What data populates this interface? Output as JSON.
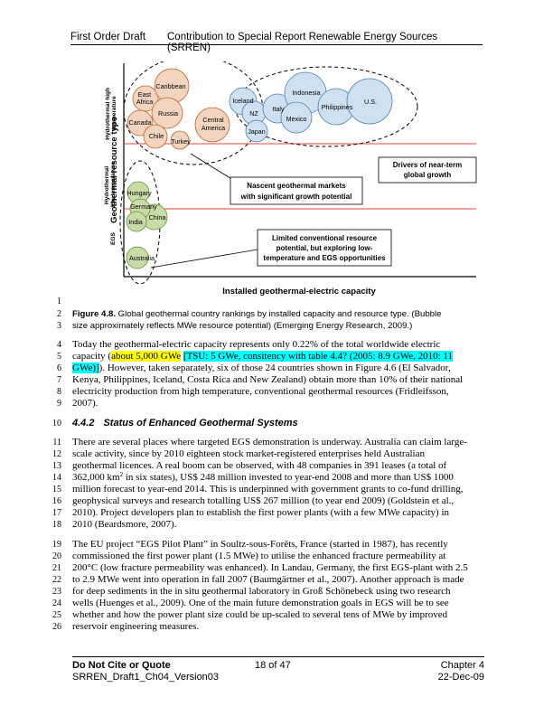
{
  "header": {
    "left": "First Order Draft",
    "right": "Contribution to Special Report Renewable Energy Sources (SRREN)"
  },
  "figure": {
    "y_axis_title": "Geothermal resource type",
    "x_axis_title": "Installed geothermal-electric capacity",
    "y_groups": [
      "Hydrothermal high temperature",
      "Hydrothermal low temperature",
      "EGS"
    ],
    "countries": [
      "Caribbean",
      "East Africa",
      "Russia",
      "Canada",
      "Chile",
      "Turkey",
      "Central America",
      "Iceland",
      "NZ",
      "Italy",
      "Indonesia",
      "Mexico",
      "Japan",
      "Philippines",
      "U.S.",
      "Hungary",
      "Germany",
      "India",
      "China",
      "Australia"
    ],
    "annotations": {
      "drivers": [
        "Drivers of near-term",
        "global growth"
      ],
      "nascent": [
        "Nascent geothermal markets",
        "with significant growth potential"
      ],
      "limited": [
        "Limited conventional resource",
        "potential, but exploring  low-",
        "temperature and EGS opportunities"
      ]
    },
    "colors": {
      "orange": "#f3d4bf",
      "orange_stroke": "#c0622f",
      "blue": "#cfe1f1",
      "blue_stroke": "#4a7fb5",
      "green": "#c8dca8",
      "green_stroke": "#6a8f3a",
      "red_line": "#e8403f"
    }
  },
  "lines": {
    "l1": "1",
    "l2": "2",
    "l3": "3",
    "l4": "4",
    "l5": "5",
    "l6": "6",
    "l7": "7",
    "l8": "8",
    "l9": "9",
    "l10": "10",
    "l11": "11",
    "l12": "12",
    "l13": "13",
    "l14": "14",
    "l15": "15",
    "l16": "16",
    "l17": "17",
    "l18": "18",
    "l19": "19",
    "l20": "20",
    "l21": "21",
    "l22": "22",
    "l23": "23",
    "l24": "24",
    "l25": "25",
    "l26": "26"
  },
  "caption": {
    "label": "Figure 4.8.",
    "line1": " Global geothermal country rankings by installed capacity and resource type. (Bubble",
    "line2": "size approximately reflects MWe resource potential) (Emerging Energy Research, 2009.)"
  },
  "para1": {
    "l4": "Today the geothermal-electric capacity represents only 0.22% of the total worldwide electric",
    "l5_a": "capacity (",
    "l5_hl_yellow": "about 5,000 GWe",
    "l5_sp": " ",
    "l5_hl_cyan": "[TSU: 5 GWe, consitency with table 4.4? (2005: 8.9 GWe, 2010: 11",
    "l6_hl_cyan": "GWe)]",
    "l6_b": "). However, taken separately, six of those 24 countries shown in Figure 4.6 (El Salvador,",
    "l7": "Kenya, Philippines, Iceland, Costa Rica and New Zealand) obtain more than 10% of their national",
    "l8": "electricity production from high temperature, conventional geothermal resources (Fridleifsson,",
    "l9": "2007)."
  },
  "section": {
    "number": "4.4.2",
    "title": "Status of Enhanced Geothermal Systems"
  },
  "para2": {
    "l11": "There are several places where targeted EGS demonstration is underway. Australia can claim large-",
    "l12": "scale activity, since by 2010 eighteen stock market-registered enterprises held Australian",
    "l13": "geothermal licences. A real boom can be observed, with 48 companies in 391 leases (a total of",
    "l14_a": "362,000 km",
    "l14_sup": "2",
    "l14_b": " in six states), US$ 248 million invested to year-end 2008 and more than US$ 1000",
    "l15": "million forecast to year-end 2014. This is underpinned with government grants to co-fund drilling,",
    "l16": "geophysical surveys and research totalling US$ 267 million (to year end 2009) (Goldstein et al.,",
    "l17": "2010). Project developers plan to establish the first power plants (with a few MWe capacity) in",
    "l18": "2010 (Beardsmore, 2007)."
  },
  "para3": {
    "l19": "The EU project “EGS Pilot Plant” in Soultz-sous-Forêts, France (started in 1987), has recently",
    "l20": "commissioned the first power plant (1.5 MWe) to utilise the enhanced fracture permeability at",
    "l21": "200°C (low fracture permeability was enhanced). In Landau, Germany, the first EGS-plant with 2.5",
    "l22": "to 2.9 MWe went into operation in fall 2007 (Baumgärtner et al., 2007). Another approach is made",
    "l23": "for deep sediments in the in situ geothermal laboratory in Groß Schönebeck using two research",
    "l24": "wells (Huenges et al., 2009). One of the main future demonstration goals in EGS will be to see",
    "l25": "whether and how the power plant size could be up-scaled to several tens of MWe by improved",
    "l26": "reservoir engineering measures."
  },
  "footer": {
    "left1": "Do Not Cite or Quote",
    "left2": "SRREN_Draft1_Ch04_Version03",
    "center": "18 of 47",
    "right1": "Chapter 4",
    "right2": "22-Dec-09"
  }
}
